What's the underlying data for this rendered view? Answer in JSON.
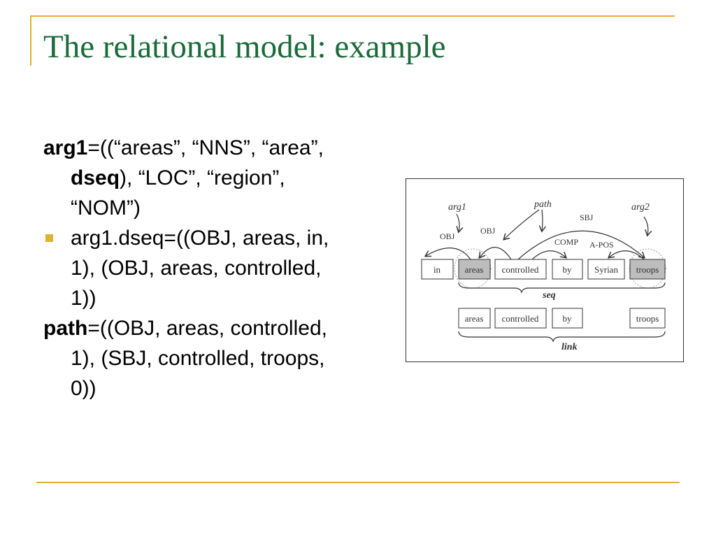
{
  "slide": {
    "title": "The relational model: example"
  },
  "body": {
    "arg1": {
      "label": "arg1",
      "part1": "=((“areas”, “NNS”, “area”,",
      "bold2": "dseq",
      "part2": "), “LOC”, “region”,",
      "part3": "“NOM”)"
    },
    "bullet": {
      "line1": "arg1.dseq=((OBJ, areas, in,",
      "line2": "1), (OBJ, areas, controlled,",
      "line3": "1))"
    },
    "path": {
      "label": "path",
      "line1": "=((OBJ, areas, controlled,",
      "line2": "1), (SBJ, controlled, troops,",
      "line3": "0))"
    }
  },
  "figure": {
    "labels": {
      "arg1": "arg1",
      "arg2": "arg2",
      "path": "path",
      "sbj": "SBJ",
      "obj1": "OBJ",
      "obj2": "OBJ",
      "comp": "COMP",
      "apos": "A-POS",
      "seq": "seq",
      "link": "link"
    },
    "row1": [
      "in",
      "areas",
      "controlled",
      "by",
      "Syrian",
      "troops"
    ],
    "row2": [
      "areas",
      "controlled",
      "by",
      "troops"
    ]
  }
}
